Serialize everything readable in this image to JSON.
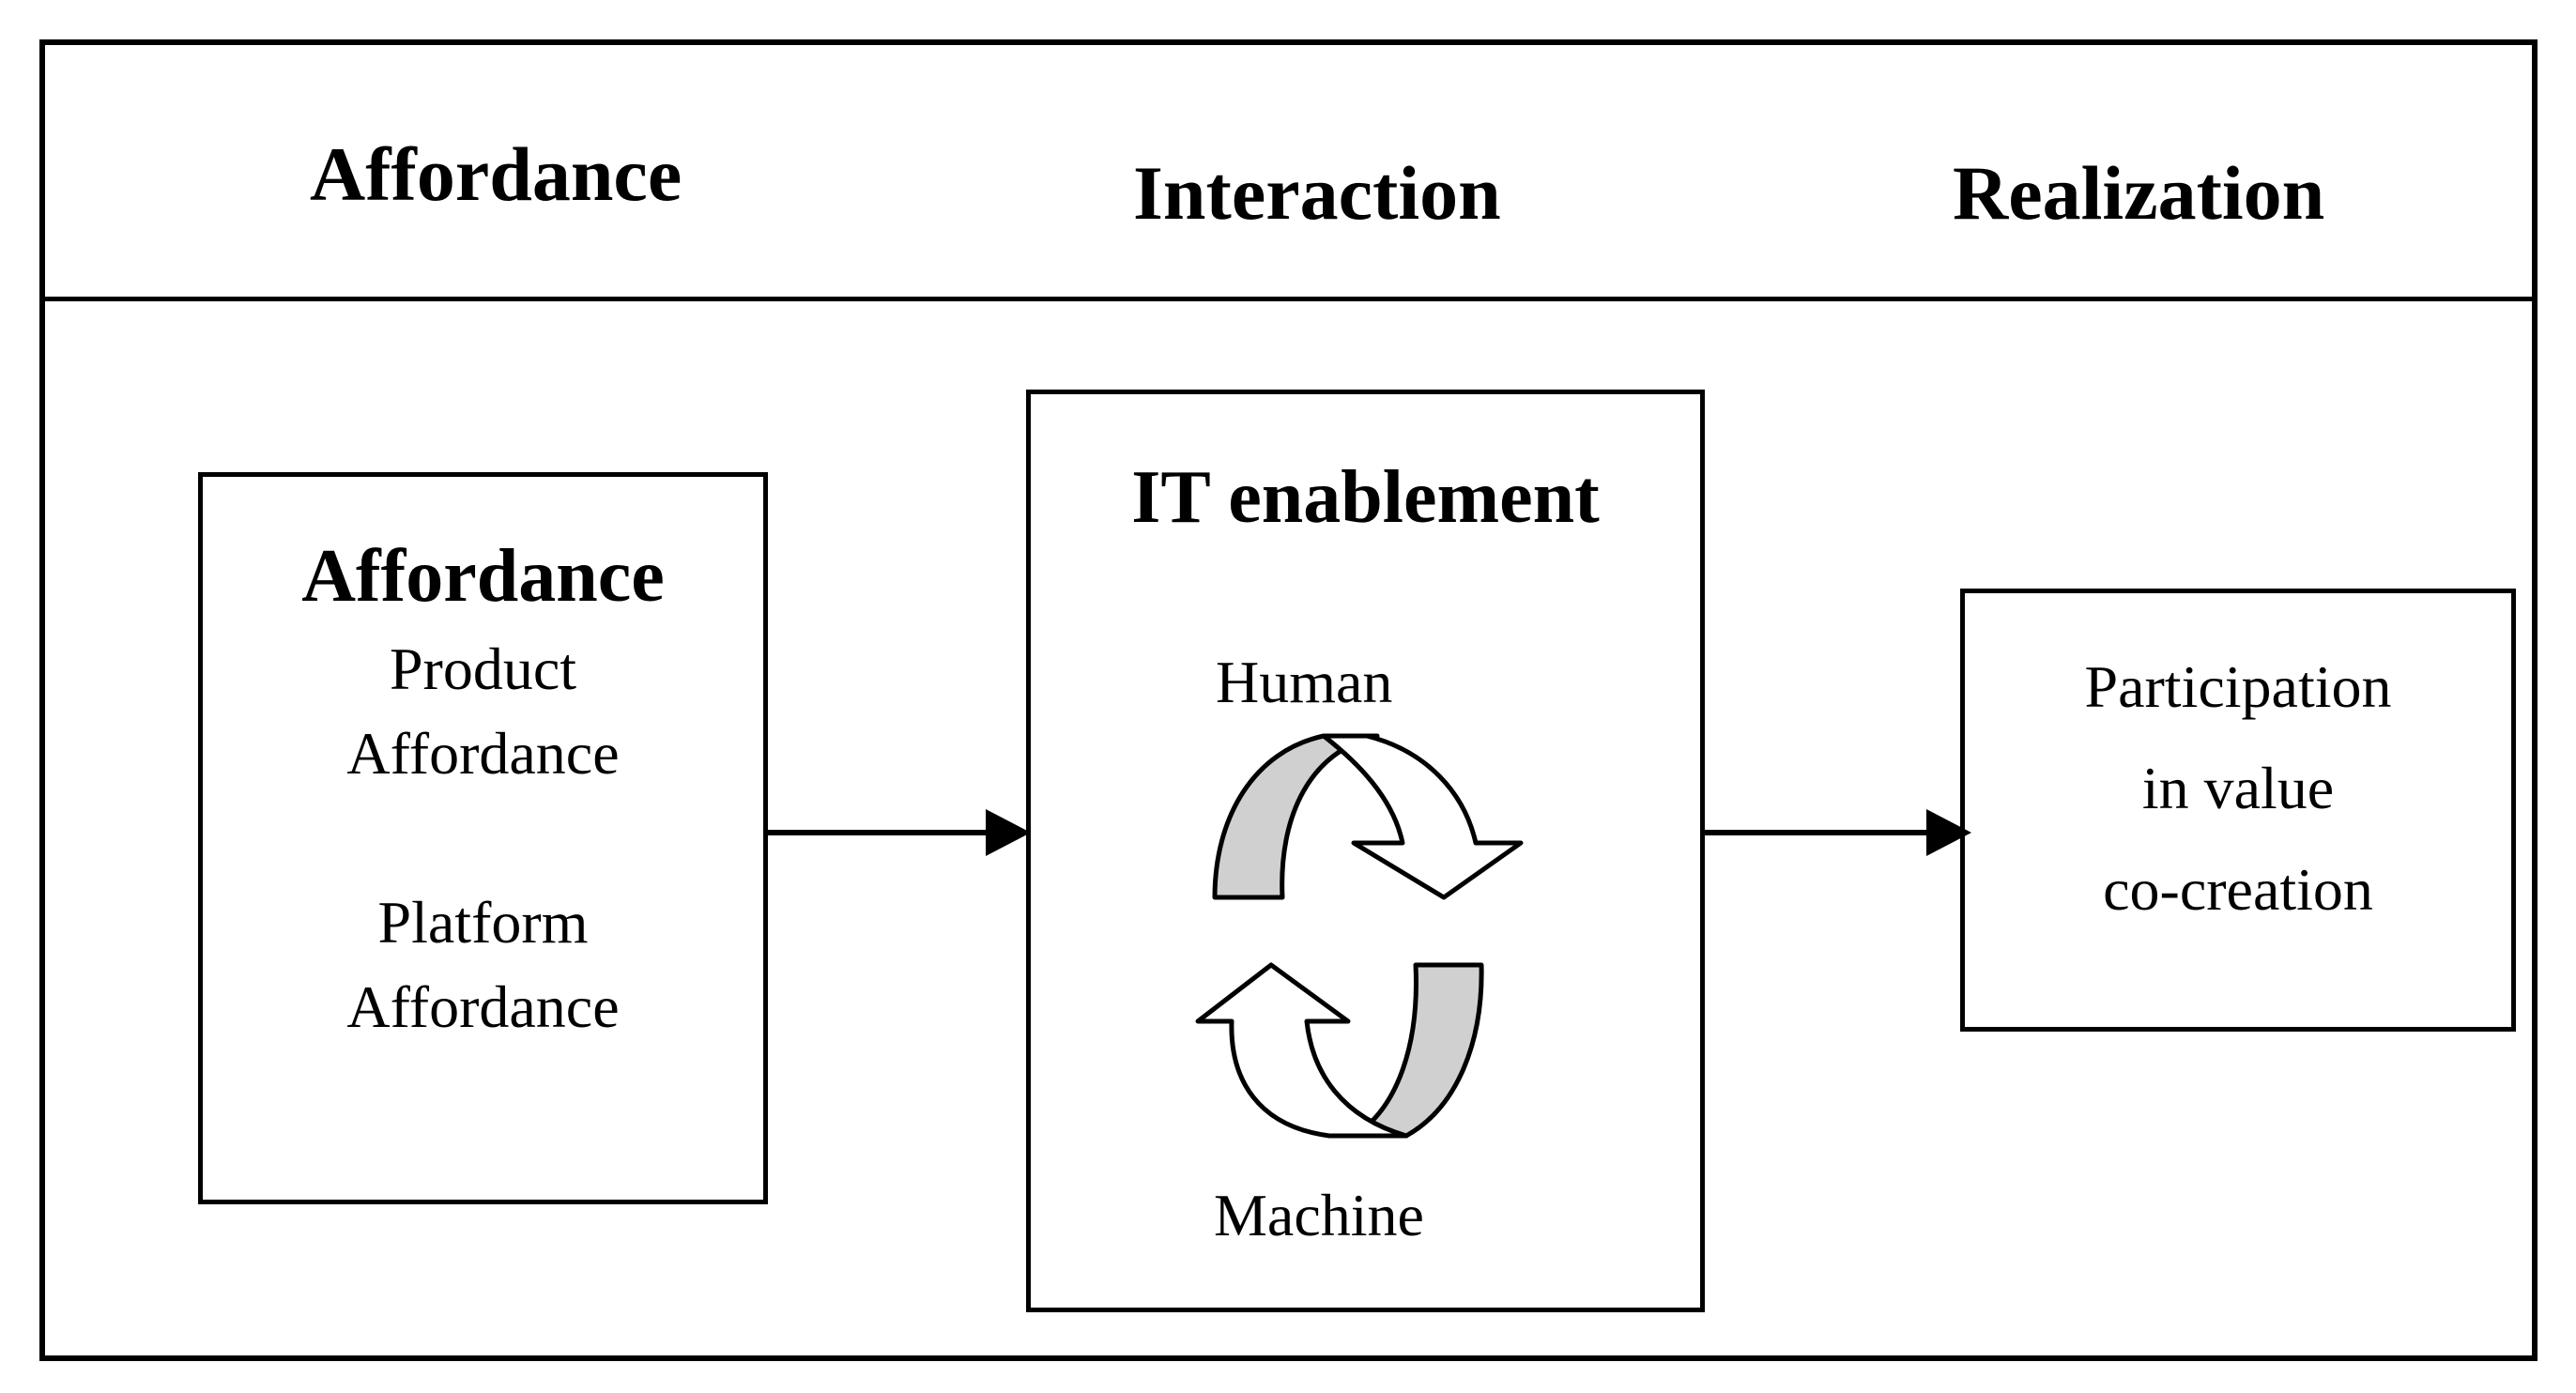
{
  "header": {
    "col1": "Affordance",
    "col2": "Interaction",
    "col3": "Realization"
  },
  "affordance_box": {
    "title": "Affordance",
    "item1_line1": "Product",
    "item1_line2": "Affordance",
    "item2_line1": "Platform",
    "item2_line2": "Affordance"
  },
  "it_box": {
    "title": "IT enablement",
    "top_label": "Human",
    "bottom_label": "Machine"
  },
  "realization_box": {
    "line1": "Participation",
    "line2": "in value",
    "line3": "co-creation"
  },
  "colors": {
    "line": "#000000",
    "arrow_fill": "#d0d0d0",
    "background": "#ffffff"
  }
}
